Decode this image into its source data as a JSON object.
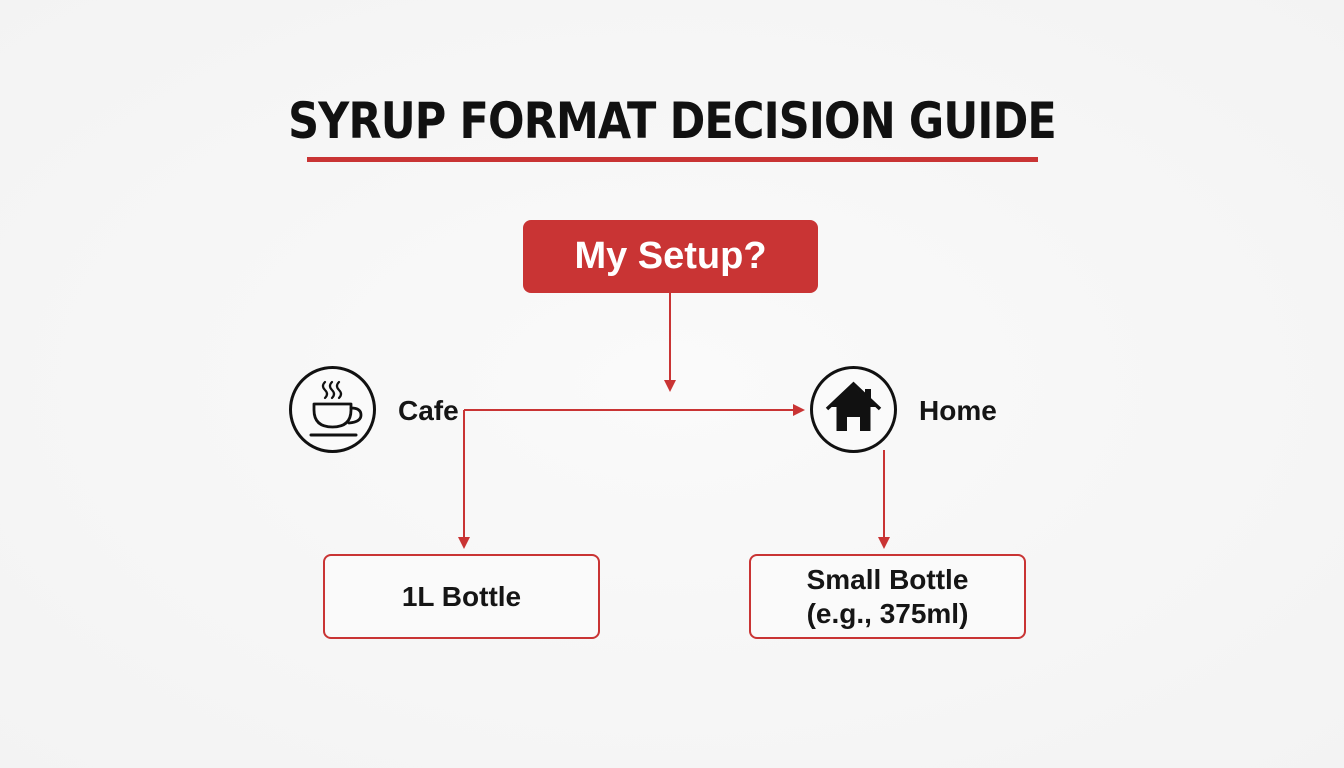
{
  "title": "SYRUP FORMAT DECISION GUIDE",
  "colors": {
    "accent": "#c93434",
    "text": "#151515",
    "background": "#f6f6f6"
  },
  "root": {
    "label": "My Setup?"
  },
  "options": [
    {
      "label": "Cafe",
      "icon": "coffee-cup-icon"
    },
    {
      "label": "Home",
      "icon": "house-icon"
    }
  ],
  "results": [
    {
      "lines": [
        "1L Bottle"
      ]
    },
    {
      "lines": [
        "Small Bottle",
        "(e.g., 375ml)"
      ]
    }
  ]
}
